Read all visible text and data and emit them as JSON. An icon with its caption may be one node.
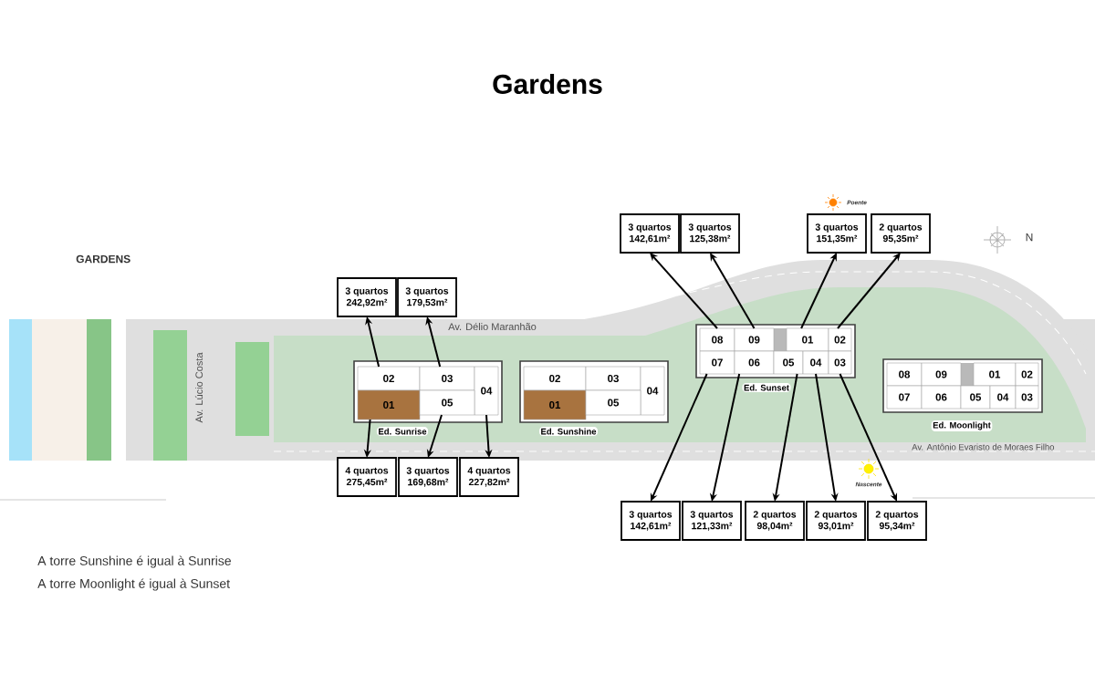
{
  "diagram": {
    "title": "Gardens",
    "nodes": [
      {
        "text": [
          "3 quartos",
          "142,61m²"
        ]
      },
      {
        "text": [
          "3 quartos",
          "125,38m²"
        ]
      },
      {
        "text": [
          "3 quartos",
          "151,35m²"
        ]
      },
      {
        "text": [
          "2 quartos",
          "95,35m²"
        ]
      },
      {
        "text": [
          "3 quartos",
          "242,92m²"
        ]
      },
      {
        "text": [
          "3 quartos",
          "179,53m²"
        ]
      },
      {
        "text": [
          "Ed. Sunrise"
        ]
      },
      {
        "text": [
          "02"
        ],
        "in": 6
      },
      {
        "text": [
          "03"
        ],
        "in": 6
      },
      {
        "text": [
          "04"
        ],
        "in": 6
      },
      {
        "text": [
          "01"
        ],
        "in": 6
      },
      {
        "text": [
          "05"
        ],
        "in": 6
      },
      {
        "text": [
          "Ed. Sunshine"
        ]
      },
      {
        "text": [
          "02"
        ],
        "in": 12
      },
      {
        "text": [
          "03"
        ],
        "in": 12
      },
      {
        "text": [
          "04"
        ],
        "in": 12
      },
      {
        "text": [
          "01"
        ],
        "in": 12
      },
      {
        "text": [
          "05"
        ],
        "in": 12
      },
      {
        "text": [
          "Ed. Sunset"
        ]
      },
      {
        "text": [
          "08"
        ],
        "in": 18
      },
      {
        "text": [
          "09"
        ],
        "in": 18
      },
      {
        "text": [
          "01"
        ],
        "in": 18
      },
      {
        "text": [
          "02"
        ],
        "in": 18
      },
      {
        "text": [
          "07"
        ],
        "in": 18
      },
      {
        "text": [
          "06"
        ],
        "in": 18
      },
      {
        "text": [
          "05"
        ],
        "in": 18
      },
      {
        "text": [
          "04"
        ],
        "in": 18
      },
      {
        "text": [
          "03"
        ],
        "in": 18
      },
      {
        "text": [
          "Ed. Moonlight"
        ]
      },
      {
        "text": [
          "08"
        ],
        "in": 28
      },
      {
        "text": [
          "09"
        ],
        "in": 28
      },
      {
        "text": [
          "01"
        ],
        "in": 28
      },
      {
        "text": [
          "02"
        ],
        "in": 28
      },
      {
        "text": [
          "07"
        ],
        "in": 28
      },
      {
        "text": [
          "06"
        ],
        "in": 28
      },
      {
        "text": [
          "05"
        ],
        "in": 28
      },
      {
        "text": [
          "04"
        ],
        "in": 28
      },
      {
        "text": [
          "03"
        ],
        "in": 28
      },
      {
        "text": [
          "4 quartos",
          "275,45m²"
        ]
      },
      {
        "text": [
          "3 quartos",
          "169,68m²"
        ]
      },
      {
        "text": [
          "4 quartos",
          "227,82m²"
        ]
      },
      {
        "text": [
          "3 quartos",
          "142,61m²"
        ]
      },
      {
        "text": [
          "3 quartos",
          "121,33m²"
        ]
      },
      {
        "text": [
          "2 quartos",
          "98,04m²"
        ]
      },
      {
        "text": [
          "2 quartos",
          "93,01m²"
        ]
      },
      {
        "text": [
          "2 quartos",
          "95,34m²"
        ]
      }
    ],
    "edges": [
      {
        "from": 7,
        "to": 4,
        "arrow": "to"
      },
      {
        "from": 8,
        "to": 5,
        "arrow": "to"
      },
      {
        "from": 10,
        "to": 38,
        "arrow": "to"
      },
      {
        "from": 11,
        "to": 39,
        "arrow": "to"
      },
      {
        "from": 9,
        "to": 40,
        "arrow": "to"
      },
      {
        "from": 19,
        "to": 0,
        "arrow": "to"
      },
      {
        "from": 20,
        "to": 1,
        "arrow": "to"
      },
      {
        "from": 21,
        "to": 2,
        "arrow": "to"
      },
      {
        "from": 22,
        "to": 3,
        "arrow": "to"
      },
      {
        "from": 23,
        "to": 41,
        "arrow": "to"
      },
      {
        "from": 24,
        "to": 42,
        "arrow": "to"
      },
      {
        "from": 25,
        "to": 43,
        "arrow": "to"
      },
      {
        "from": 26,
        "to": 44,
        "arrow": "to"
      },
      {
        "from": 27,
        "to": 45,
        "arrow": "to"
      }
    ],
    "labels": [
      "GARDENS",
      "Poente",
      "N",
      "Av. Délio Maranhão",
      "Av. Lúcio Costa",
      "Av. Antônio Evaristo de Moraes Filho",
      "Nascente",
      "A torre Sunshine é igual à Sunrise",
      "A torre Moonlight é igual à Sunset"
    ]
  }
}
